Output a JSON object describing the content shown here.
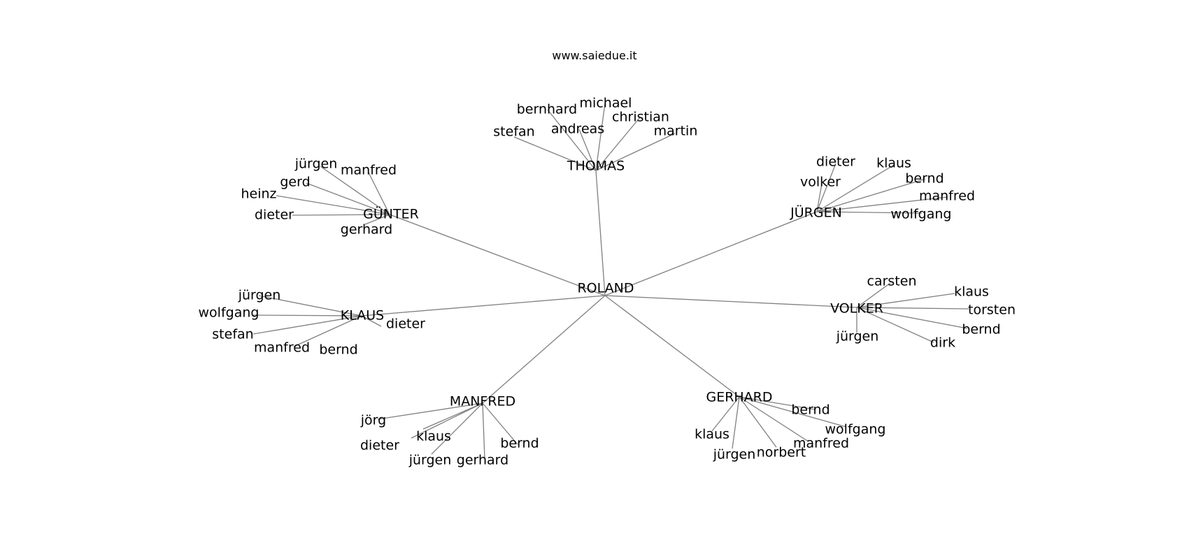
{
  "header": {
    "site": "www.saiedue.it"
  },
  "graph": {
    "root": "ROLAND",
    "groups": [
      {
        "name": "THOMAS",
        "children": [
          "stefan",
          "bernhard",
          "andreas",
          "michael",
          "christian",
          "martin"
        ]
      },
      {
        "name": "GÜNTER",
        "children": [
          "jürgen",
          "manfred",
          "gerd",
          "heinz",
          "dieter",
          "gerhard"
        ]
      },
      {
        "name": "JÜRGEN",
        "children": [
          "dieter",
          "klaus",
          "volker",
          "bernd",
          "manfred",
          "wolfgang"
        ]
      },
      {
        "name": "KLAUS",
        "children": [
          "jürgen",
          "wolfgang",
          "stefan",
          "manfred",
          "bernd",
          "dieter"
        ]
      },
      {
        "name": "VOLKER",
        "children": [
          "carsten",
          "klaus",
          "torsten",
          "bernd",
          "dirk",
          "jürgen"
        ]
      },
      {
        "name": "MANFRED",
        "children": [
          "jörg",
          "dieter",
          "klaus",
          "jürgen",
          "gerhard",
          "bernd"
        ]
      },
      {
        "name": "GERHARD",
        "children": [
          "bernd",
          "wolfgang",
          "manfred",
          "norbert",
          "jürgen",
          "klaus"
        ]
      }
    ]
  }
}
